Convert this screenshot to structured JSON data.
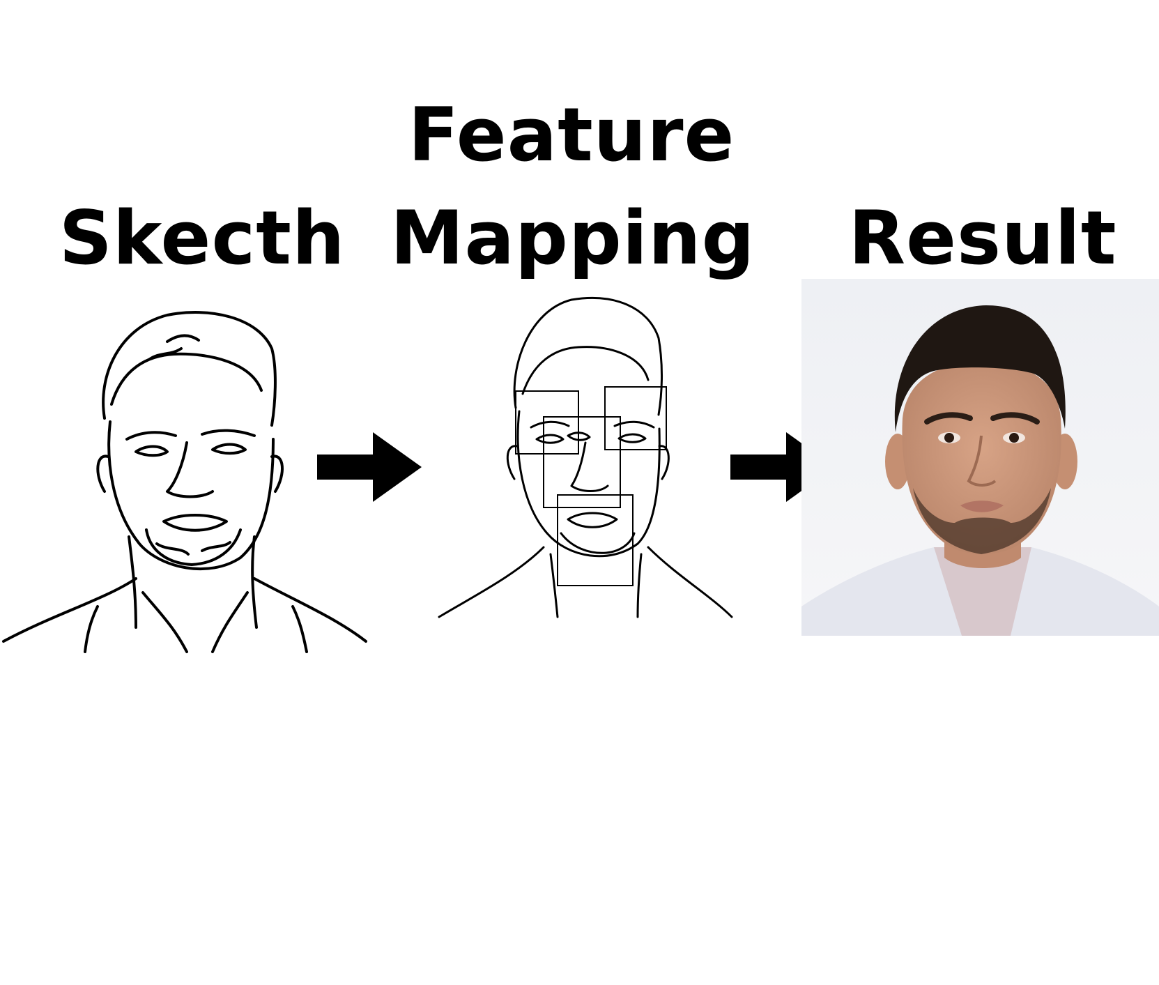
{
  "labels": {
    "sketch": "Skecth",
    "feature_line1": "Feature",
    "feature_line2": "Mapping",
    "result": "Result"
  },
  "colors": {
    "ink": "#000000",
    "background": "#ffffff",
    "skin": "#c9957a",
    "hair": "#1f1712",
    "shirt": "#e8e8f0"
  },
  "icons": [
    "arrow-right-icon",
    "arrow-right-icon"
  ]
}
